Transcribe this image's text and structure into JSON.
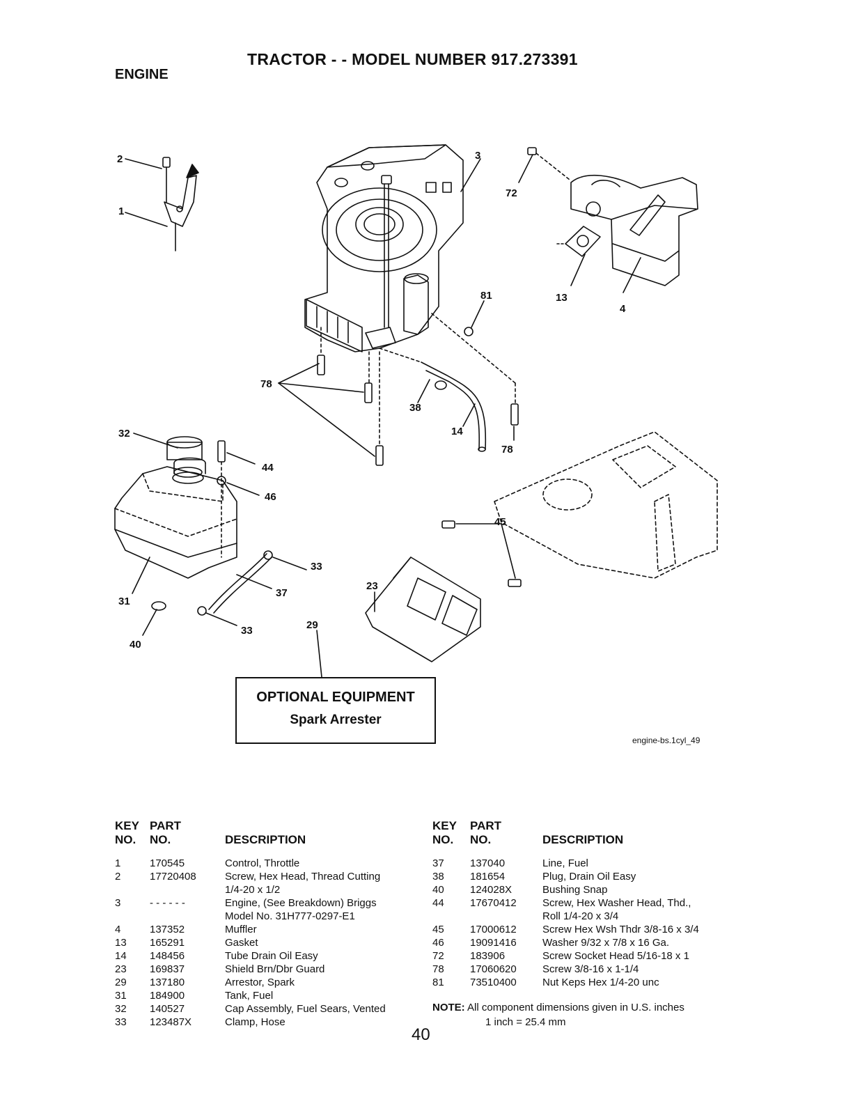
{
  "header": {
    "title": "TRACTOR - - MODEL NUMBER  917.273391",
    "section": "ENGINE"
  },
  "diagram": {
    "callouts": [
      "1",
      "2",
      "3",
      "4",
      "13",
      "14",
      "23",
      "29",
      "31",
      "32",
      "33",
      "33",
      "37",
      "38",
      "40",
      "44",
      "45",
      "46",
      "72",
      "78",
      "78",
      "81"
    ],
    "optional_box": {
      "title": "OPTIONAL EQUIPMENT",
      "subtitle": "Spark Arrester"
    },
    "drawing_code": "engine-bs.1cyl_49"
  },
  "parts_table": {
    "headers": {
      "key_no": [
        "KEY",
        "NO."
      ],
      "part_no": [
        "PART",
        "NO."
      ],
      "description": "DESCRIPTION"
    },
    "left": [
      {
        "key": "1",
        "part": "170545",
        "desc": [
          "Control, Throttle"
        ]
      },
      {
        "key": "2",
        "part": "17720408",
        "desc": [
          "Screw, Hex Head, Thread Cutting",
          "1/4-20 x 1/2"
        ]
      },
      {
        "key": "3",
        "part": "- - - - - -",
        "desc": [
          "Engine, (See Breakdown) Briggs",
          "Model No. 31H777-0297-E1"
        ]
      },
      {
        "key": "4",
        "part": "137352",
        "desc": [
          "Muffler"
        ]
      },
      {
        "key": "13",
        "part": "165291",
        "desc": [
          "Gasket"
        ]
      },
      {
        "key": "14",
        "part": "148456",
        "desc": [
          "Tube Drain Oil Easy"
        ]
      },
      {
        "key": "23",
        "part": "169837",
        "desc": [
          "Shield Brn/Dbr Guard"
        ]
      },
      {
        "key": "29",
        "part": "137180",
        "desc": [
          "Arrestor, Spark"
        ]
      },
      {
        "key": "31",
        "part": "184900",
        "desc": [
          "Tank, Fuel"
        ]
      },
      {
        "key": "32",
        "part": "140527",
        "desc": [
          "Cap Assembly, Fuel Sears, Vented"
        ]
      },
      {
        "key": "33",
        "part": "123487X",
        "desc": [
          "Clamp, Hose"
        ]
      }
    ],
    "right": [
      {
        "key": "37",
        "part": "137040",
        "desc": [
          "Line, Fuel"
        ]
      },
      {
        "key": "38",
        "part": "181654",
        "desc": [
          "Plug, Drain Oil Easy"
        ]
      },
      {
        "key": "40",
        "part": "124028X",
        "desc": [
          "Bushing Snap"
        ]
      },
      {
        "key": "44",
        "part": "17670412",
        "desc": [
          "Screw, Hex Washer Head, Thd.,",
          "Roll 1/4-20 x 3/4"
        ]
      },
      {
        "key": "45",
        "part": "17000612",
        "desc": [
          "Screw Hex Wsh Thdr 3/8-16 x 3/4"
        ]
      },
      {
        "key": "46",
        "part": "19091416",
        "desc": [
          "Washer  9/32 x 7/8 x 16 Ga."
        ]
      },
      {
        "key": "72",
        "part": "183906",
        "desc": [
          "Screw Socket Head 5/16-18 x 1"
        ]
      },
      {
        "key": "78",
        "part": "17060620",
        "desc": [
          "Screw 3/8-16 x 1-1/4"
        ]
      },
      {
        "key": "81",
        "part": "73510400",
        "desc": [
          "Nut Keps Hex 1/4-20 unc"
        ]
      }
    ]
  },
  "note": {
    "label": "NOTE:",
    "line1": "All component dimensions given in U.S. inches",
    "line2": "1 inch = 25.4 mm"
  },
  "page_number": "40"
}
